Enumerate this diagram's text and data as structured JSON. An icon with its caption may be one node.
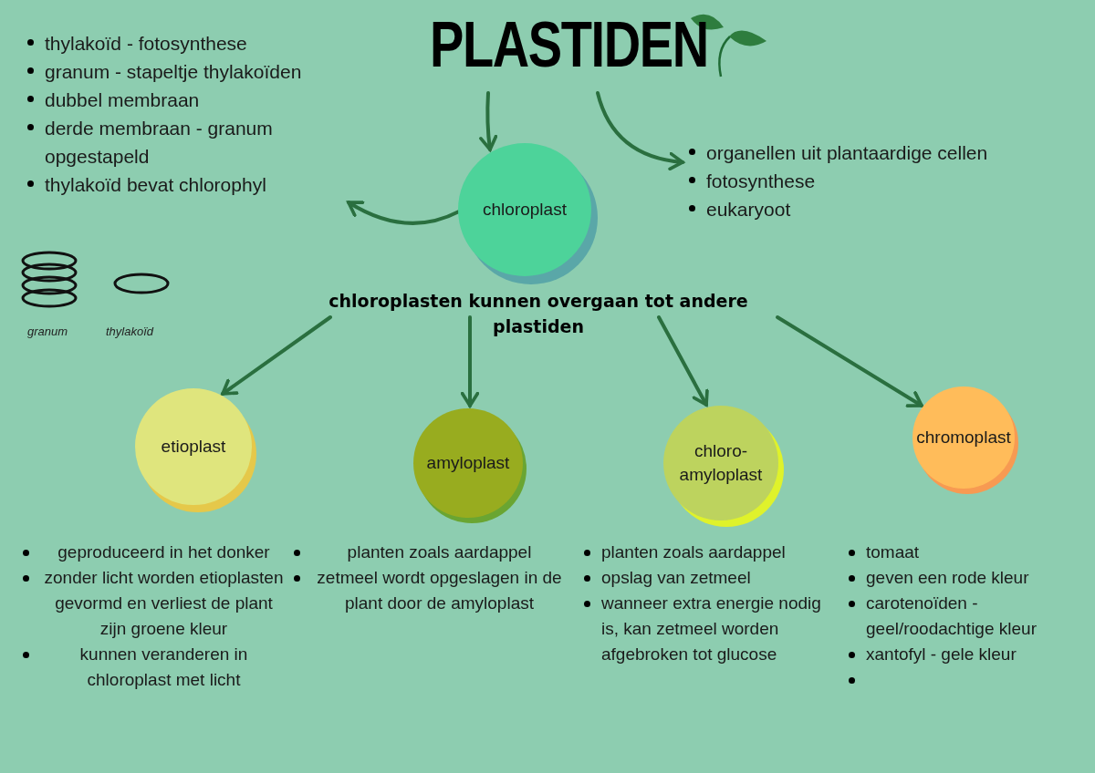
{
  "diagram": {
    "nodes": [
      {
        "text": [
          "PLASTIDEN"
        ]
      },
      {
        "text": [
          "thylakoïd - fotosynthese",
          "granum - stapeltje thylakoïden",
          "dubbel membraan",
          "derde membraan - granum opgestapeld",
          "thylakoïd bevat chlorophyl"
        ]
      },
      {
        "text": [
          "chloroplast"
        ]
      },
      {
        "text": [
          "organellen uit plantaardige cellen",
          "fotosynthese",
          "eukaryoot"
        ]
      },
      {
        "text": [
          "chloroplasten kunnen overgaan tot andere plastiden"
        ]
      },
      {
        "text": [
          "etioplast"
        ],
        "beside": [
          "geproduceerd in het donker",
          "zonder licht worden etioplasten gevormd en verliest de plant zijn groene kleur",
          "kunnen veranderen in chloroplast met licht"
        ]
      },
      {
        "text": [
          "amyloplast"
        ],
        "beside": [
          "planten zoals aardappel",
          "zetmeel wordt opgeslagen in de plant door de amyloplast"
        ]
      },
      {
        "text": [
          "chloro- amyloplast"
        ],
        "beside": [
          "planten zoals aardappel",
          "opslag van zetmeel",
          "wanneer extra energie nodig is, kan zetmeel worden afgebroken tot glucose"
        ]
      },
      {
        "text": [
          "chromoplast"
        ],
        "beside": [
          "tomaat",
          "geven een rode kleur",
          "carotenoïden - geel/roodachtige kleur",
          "xantofyl - gele kleur"
        ]
      }
    ],
    "edges": [
      {
        "from": 0,
        "to": 2,
        "arrow": "to"
      },
      {
        "from": 0,
        "to": 3,
        "arrow": "to"
      },
      {
        "from": 2,
        "to": 1,
        "arrow": "to"
      },
      {
        "from": 4,
        "to": 5,
        "arrow": "to"
      },
      {
        "from": 4,
        "to": 6,
        "arrow": "to"
      },
      {
        "from": 4,
        "to": 7,
        "arrow": "to"
      },
      {
        "from": 4,
        "to": 8,
        "arrow": "to"
      }
    ],
    "labels": [
      "granum",
      "thylakoïd"
    ]
  }
}
